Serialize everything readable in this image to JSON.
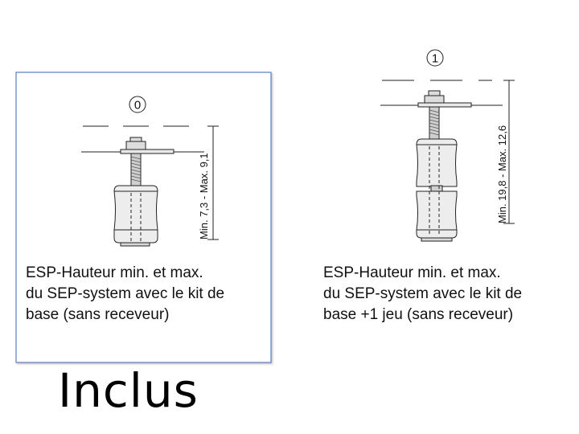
{
  "panels": [
    {
      "number": "0",
      "dimension_label": "Min. 7,3 - Max. 9,1",
      "caption_lines": [
        "ESP-Hauteur min. et max.",
        "du SEP-system avec le kit de",
        "base (sans receveur)"
      ]
    },
    {
      "number": "1",
      "dimension_label": "Min. 19,8 - Max. 12,6",
      "caption_lines": [
        "ESP-Hauteur min. et max.",
        "du SEP-system avec le kit de",
        "base +1 jeu (sans receveur)"
      ]
    }
  ],
  "included_label": "Inclus",
  "colors": {
    "frame_border": "#5b7fbf",
    "line": "#222222",
    "background": "#ffffff"
  }
}
